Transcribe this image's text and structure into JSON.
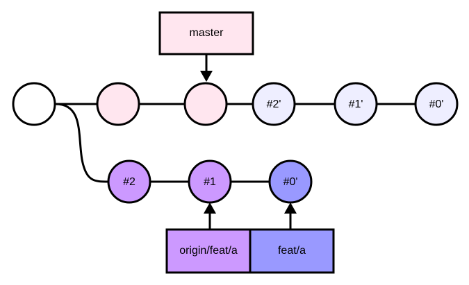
{
  "colors": {
    "stroke": "#000000",
    "root_fill": "#ffffff",
    "master_fill": "#ffe6ef",
    "rebased_fill": "#eeeeff",
    "feat_fill": "#cc99ff",
    "feat_head_fill": "#9999ff"
  },
  "labels": {
    "master": "master",
    "origin_feat_a": "origin/feat/a",
    "feat_a": "feat/a"
  },
  "nodes": {
    "root": "",
    "master_1": "",
    "master_2": "",
    "rebased_2": "#2'",
    "rebased_1": "#1'",
    "rebased_0": "#0'",
    "feat_2": "#2",
    "feat_1": "#1",
    "feat_0": "#0'"
  }
}
